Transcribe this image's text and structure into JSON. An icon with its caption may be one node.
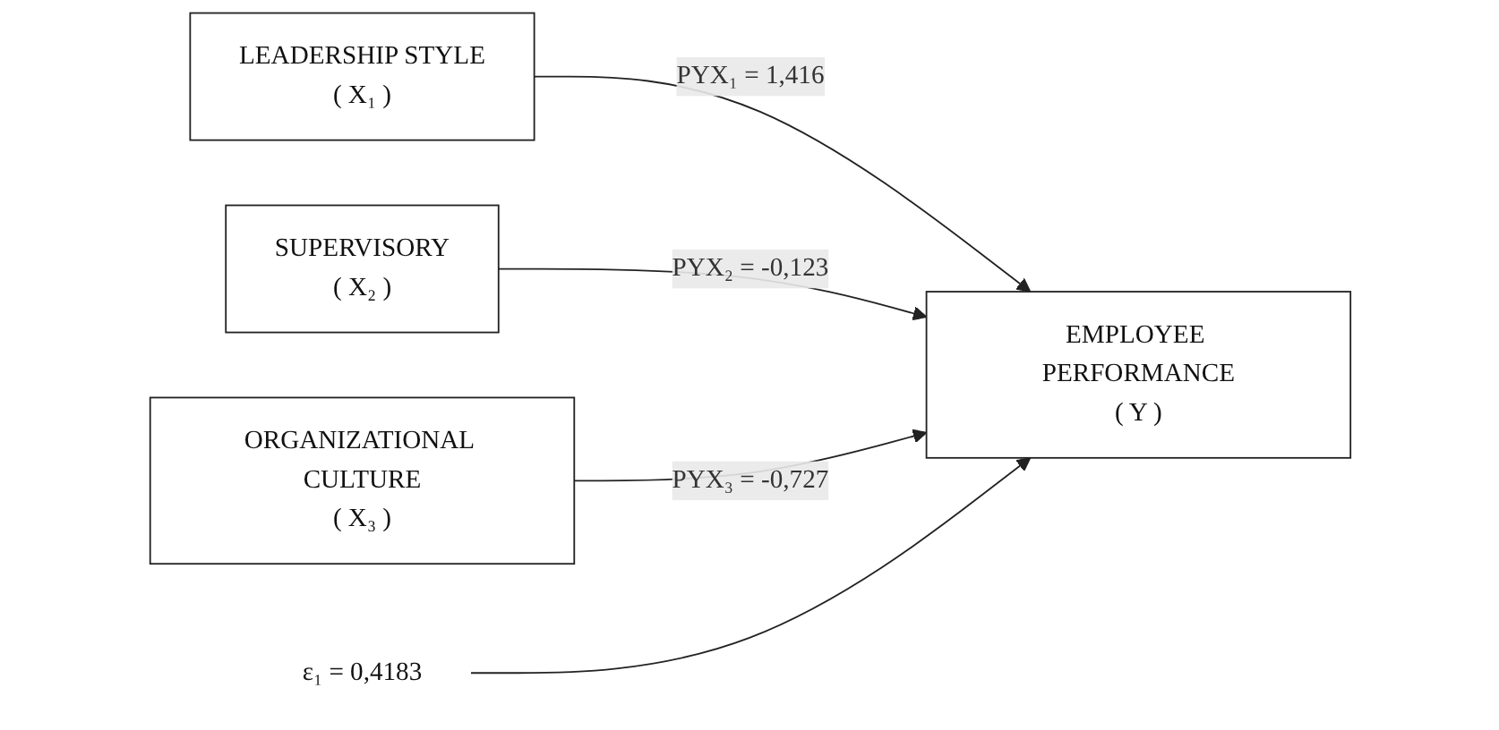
{
  "diagram": {
    "nodes": [
      {
        "text": [
          "LEADERSHIP STYLE",
          "( X₁ )"
        ]
      },
      {
        "text": [
          "SUPERVISORY",
          "( X₂ )"
        ]
      },
      {
        "text": [
          "ORGANIZATIONAL CULTURE",
          "( X₃ )"
        ]
      },
      {
        "text": [
          "EMPLOYEE PERFORMANCE",
          "( Y )"
        ]
      },
      {
        "text": [
          "ε₁ = 0,4183"
        ]
      }
    ],
    "edges": [
      {
        "from": 0,
        "to": 3,
        "arrow": "to",
        "label": "PYX₁ = 1,416"
      },
      {
        "from": 1,
        "to": 3,
        "arrow": "to",
        "label": "PYX₂ = -0,123"
      },
      {
        "from": 2,
        "to": 3,
        "arrow": "to",
        "label": "PYX₃ = -0,727"
      },
      {
        "from": 4,
        "to": 3,
        "arrow": "to"
      }
    ]
  }
}
